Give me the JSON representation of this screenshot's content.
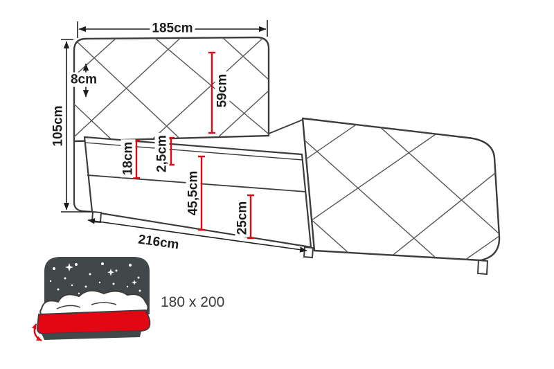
{
  "diagram": {
    "type": "bed-dimension-diagram",
    "colors": {
      "outline": "#3c3c3b",
      "pattern_line": "#555555",
      "dimension_red": "#e30613",
      "dimension_black": "#1d1d1b",
      "icon_dark": "#42474a",
      "icon_mattress_red": "#e30613",
      "background": "#ffffff"
    },
    "labels": {
      "width_top": "185cm",
      "headboard_edge": "8cm",
      "height_total": "105cm",
      "headboard_inner": "59cm",
      "mattress_height": "18cm",
      "topper_height": "2,5cm",
      "base_height": "45,5cm",
      "footboard_side": "25cm",
      "length_total": "216cm"
    },
    "size_badge": "180 x 200"
  }
}
